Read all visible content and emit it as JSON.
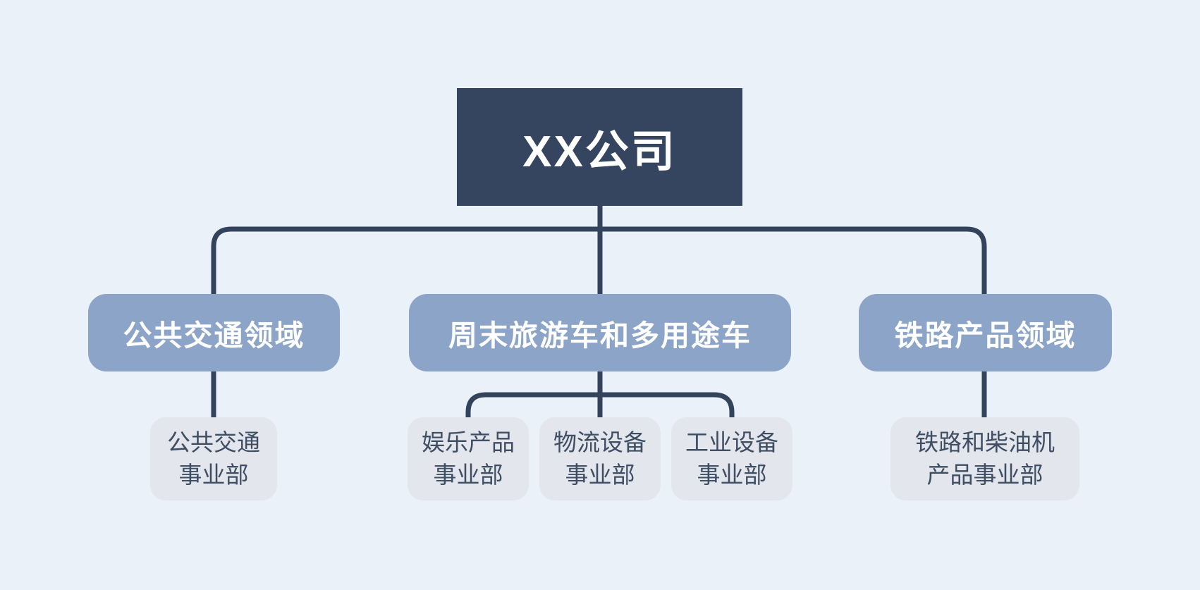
{
  "org_chart": {
    "root": {
      "label": "XX公司"
    },
    "branches": [
      {
        "label": "公共交通领域",
        "children": [
          {
            "line1": "公共交通",
            "line2": "事业部"
          }
        ]
      },
      {
        "label": "周末旅游车和多用途车",
        "children": [
          {
            "line1": "娱乐产品",
            "line2": "事业部"
          },
          {
            "line1": "物流设备",
            "line2": "事业部"
          },
          {
            "line1": "工业设备",
            "line2": "事业部"
          }
        ]
      },
      {
        "label": "铁路产品领域",
        "children": [
          {
            "line1": "铁路和柴油机",
            "line2": "产品事业部"
          }
        ]
      }
    ],
    "colors": {
      "background": "#EAF1F9",
      "root_box": "#354560",
      "root_text": "#FFFFFF",
      "branch_box": "#8BA4C8",
      "branch_text": "#FFFFFF",
      "child_box": "#E3E7ED",
      "child_text": "#3F4E63",
      "connector": "#33435C"
    }
  }
}
